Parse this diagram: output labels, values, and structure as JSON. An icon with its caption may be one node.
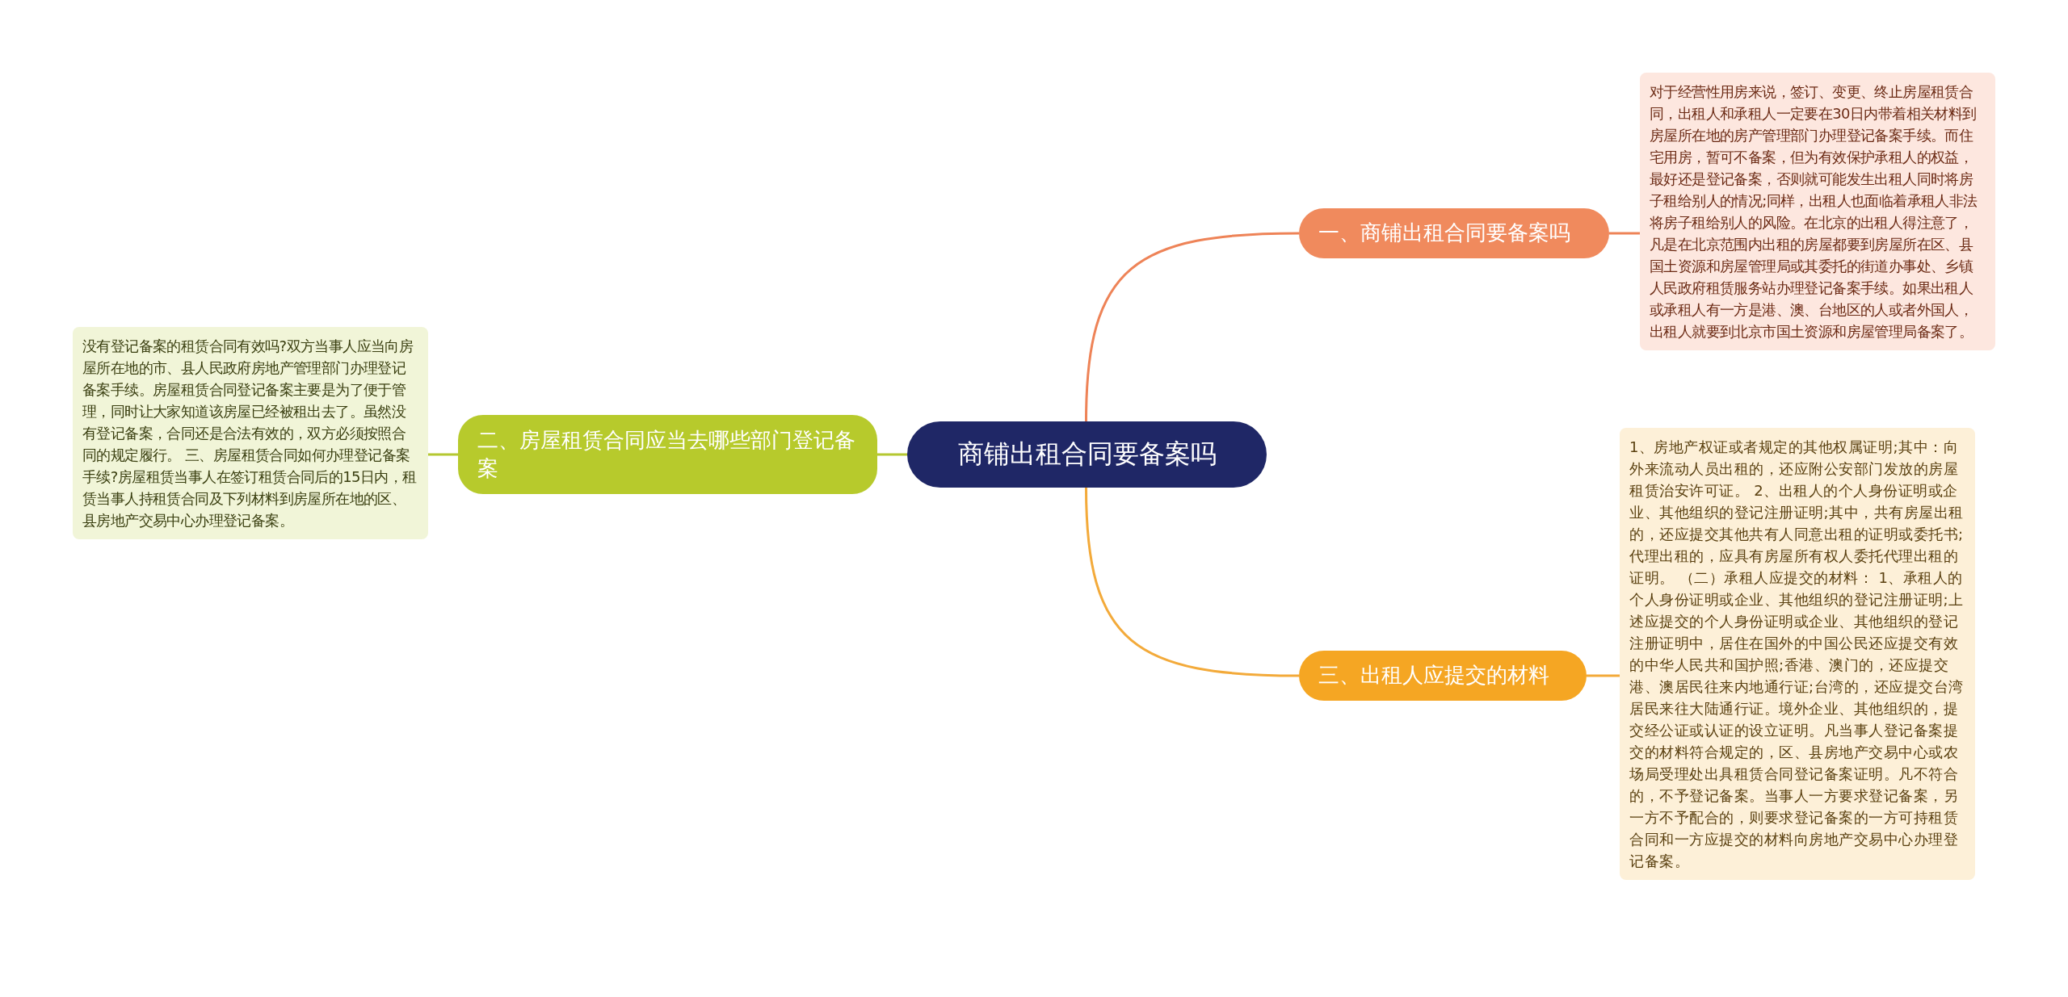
{
  "diagram": {
    "nodes": [
      {
        "text": [
          "商铺出租合同要备案吗"
        ]
      },
      {
        "text": [
          "一、商铺出租合同要备案吗"
        ]
      },
      {
        "text": [
          "对于经营性用房来说，签订、变更、终止房屋租赁合同，出租人和承租人一定要在30日内带着相关材料到房屋所在地的房产管理部门办理登记备案手续。而住宅用房，暂可不备案，但为有效保护承租人的权益，最好还是登记备案，否则就可能发生出租人同时将房子租给别人的情况;同样，出租人也面临着承租人非法将房子租给别人的风险。在北京的出租人得注意了，凡是在北京范围内出租的房屋都要到房屋所在区、县国土资源和房屋管理局或其委托的街道办事处、乡镇人民政府租赁服务站办理登记备案手续。如果出租人或承租人有一方是港、澳、台地区的人或者外国人，出租人就要到北京市国土资源和房屋管理局备案了。"
        ]
      },
      {
        "text": [
          "二、房屋租赁合同应当去哪些部门登记备案"
        ]
      },
      {
        "text": [
          "没有登记备案的租赁合同有效吗?双方当事人应当向房屋所在地的市、县人民政府房地产管理部门办理登记备案手续。房屋租赁合同登记备案主要是为了便于管理，同时让大家知道该房屋已经被租出去了。虽然没有登记备案，合同还是合法有效的，双方必须按照合同的规定履行。 三、房屋租赁合同如何办理登记备案手续?房屋租赁当事人在签订租赁合同后的15日内，租赁当事人持租赁合同及下列材料到房屋所在地的区、县房地产交易中心办理登记备案。"
        ]
      },
      {
        "text": [
          "三、出租人应提交的材料"
        ]
      },
      {
        "text": [
          "1、房地产权证或者规定的其他权属证明;其中：向外来流动人员出租的，还应附公安部门发放的房屋租赁治安许可证。 2、出租人的个人身份证明或企业、其他组织的登记注册证明;其中，共有房屋出租的，还应提交其他共有人同意出租的证明或委托书;代理出租的，应具有房屋所有权人委托代理出租的证明。 （二）承租人应提交的材料： 1、承租人的个人身份证明或企业、其他组织的登记注册证明;上述应提交的个人身份证明或企业、其他组织的登记注册证明中，居住在国外的中国公民还应提交有效的中华人民共和国护照;香港、澳门的，还应提交港、澳居民往来内地通行证;台湾的，还应提交台湾居民来往大陆通行证。境外企业、其他组织的，提交经公证或认证的设立证明。凡当事人登记备案提交的材料符合规定的，区、县房地产交易中心或农场局受理处出具租赁合同登记备案证明。凡不符合的，不予登记备案。当事人一方要求登记备案，另一方不予配合的，则要求登记备案的一方可持租赁合同和一方应提交的材料向房地产交易中心办理登记备案。"
        ]
      }
    ],
    "edges": [
      {
        "from": 0,
        "to": 1,
        "arrow": "none",
        "color": "#ee8357"
      },
      {
        "from": 1,
        "to": 2,
        "arrow": "none",
        "color": "#ee8357"
      },
      {
        "from": 0,
        "to": 3,
        "arrow": "none",
        "color": "#b5c832"
      },
      {
        "from": 3,
        "to": 4,
        "arrow": "none",
        "color": "#b5c832"
      },
      {
        "from": 0,
        "to": 5,
        "arrow": "none",
        "color": "#f3aa3a"
      },
      {
        "from": 5,
        "to": 6,
        "arrow": "none",
        "color": "#f3aa3a"
      }
    ]
  }
}
